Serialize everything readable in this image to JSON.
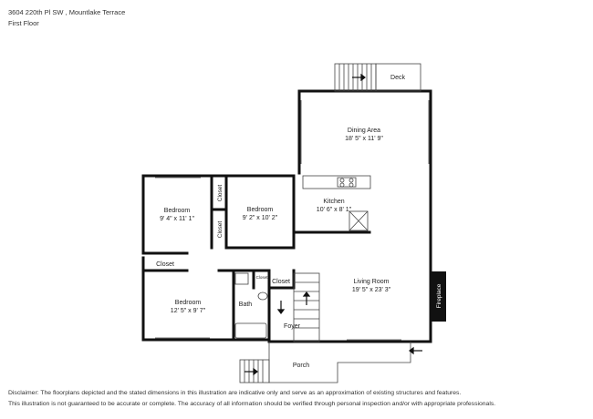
{
  "header": {
    "address": "3604 220th Pl SW , Mountlake Terrace",
    "floor": "First Floor"
  },
  "rooms": {
    "deck": {
      "name": "Deck"
    },
    "dining": {
      "name": "Dining Area",
      "dims": "18' 5\" x 11' 9\""
    },
    "kitchen": {
      "name": "Kitchen",
      "dims": "10' 6\" x 8' 1\""
    },
    "living": {
      "name": "Living Room",
      "dims": "19' 5\" x 23' 3\""
    },
    "bedroom1": {
      "name": "Bedroom",
      "dims": "9' 4\" x 11' 1\""
    },
    "bedroom2": {
      "name": "Bedroom",
      "dims": "9' 2\" x 10' 2\""
    },
    "bedroom3": {
      "name": "Bedroom",
      "dims": "12' 5\" x 9' 7\""
    },
    "bath": {
      "name": "Bath"
    },
    "foyer": {
      "name": "Foyer"
    },
    "porch": {
      "name": "Porch"
    },
    "fireplace": {
      "name": "Fireplace"
    },
    "closet_a": {
      "name": "Closet"
    },
    "closet_b": {
      "name": "Closet"
    },
    "closet_c": {
      "name": "Closet"
    },
    "closet_d": {
      "name": "Closet"
    },
    "closet_small": {
      "name": "Closet"
    }
  },
  "colors": {
    "wall": "#111111",
    "fireplace": "#111111",
    "background": "#ffffff"
  },
  "disclaimer": {
    "line1": "Disclaimer: The floorplans depicted and the stated dimensions in this illustration are indicative only and serve as an approximation of existing structures and features.",
    "line2": "This illustration is not guaranteed to be accurate or complete. The accuracy of all information should be verified through personal inspection and/or with appropriate professionals."
  }
}
